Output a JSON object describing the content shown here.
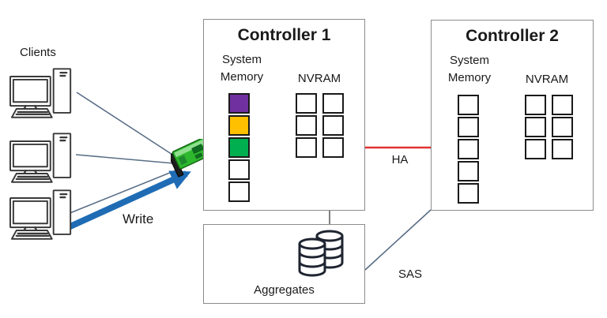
{
  "clients": {
    "label": "Clients"
  },
  "controller1": {
    "title": "Controller 1",
    "memory_label": "System Memory",
    "nvram_label": "NVRAM",
    "memory_cells": [
      "#7030A0",
      "#FFC000",
      "#00B050",
      "#FFFFFF",
      "#FFFFFF"
    ],
    "nvram_cells": [
      "#FFFFFF",
      "#FFFFFF",
      "#FFFFFF",
      "#FFFFFF",
      "#FFFFFF",
      "#FFFFFF"
    ]
  },
  "controller2": {
    "title": "Controller 2",
    "memory_label": "System Memory",
    "nvram_label": "NVRAM",
    "memory_cells": [
      "#FFFFFF",
      "#FFFFFF",
      "#FFFFFF",
      "#FFFFFF",
      "#FFFFFF"
    ],
    "nvram_cells": [
      "#FFFFFF",
      "#FFFFFF",
      "#FFFFFF",
      "#FFFFFF",
      "#FFFFFF",
      "#FFFFFF"
    ]
  },
  "aggregates": {
    "label": "Aggregates"
  },
  "annotations": {
    "write": "Write",
    "ha": "HA",
    "sas": "SAS"
  },
  "colors": {
    "ha_line": "#E03333",
    "write_arrow": "#1F6CB5",
    "connector": "#5A6E87",
    "box_border": "#8C8C8C",
    "cell_border": "#1A1A1A",
    "icon_outline": "#3A3A3A",
    "nic_green": "#2EB82E"
  }
}
